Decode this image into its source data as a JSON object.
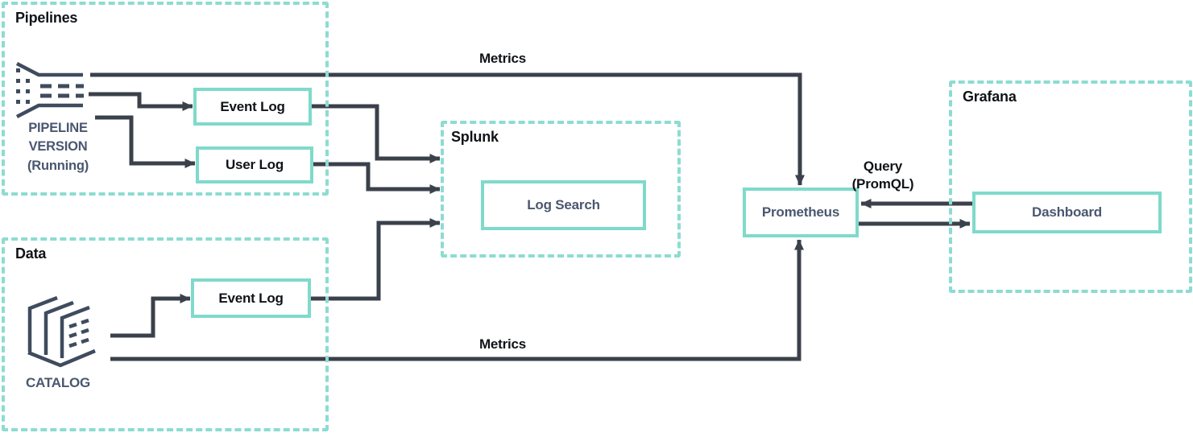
{
  "colors": {
    "teal_solid_border": "#7fdacb",
    "teal_dashed_border": "#8cdcd2",
    "wire_dark": "#3b414b",
    "slate_text": "#4a5770",
    "black_text": "#101317"
  },
  "groups": {
    "pipelines": {
      "label": "Pipelines"
    },
    "data": {
      "label": "Data"
    },
    "splunk": {
      "label": "Splunk"
    },
    "grafana": {
      "label": "Grafana"
    }
  },
  "nodes": {
    "pipeline_version": {
      "caption": "PIPELINE\nVERSION\n(Running)"
    },
    "catalog": {
      "caption": "CATALOG"
    },
    "event_log_pipelines": {
      "label": "Event Log"
    },
    "user_log": {
      "label": "User Log"
    },
    "event_log_data": {
      "label": "Event Log"
    },
    "log_search": {
      "label": "Log Search"
    },
    "prometheus": {
      "label": "Prometheus"
    },
    "dashboard": {
      "label": "Dashboard"
    }
  },
  "edges": {
    "metrics_top": {
      "label": "Metrics"
    },
    "metrics_bottom": {
      "label": "Metrics"
    },
    "query": {
      "label": "Query\n(PromQL)"
    }
  }
}
